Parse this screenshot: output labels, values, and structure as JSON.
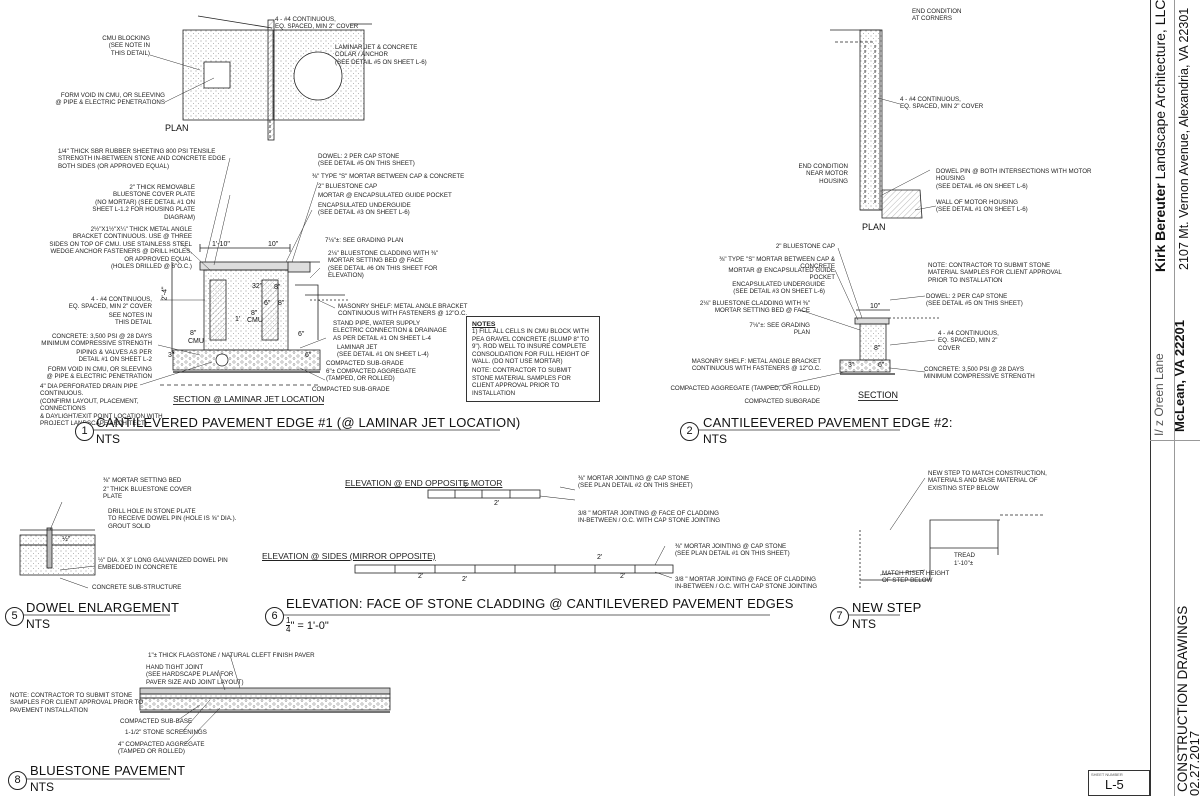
{
  "title_block": {
    "firm": "Kirk Bereuter",
    "firm_suffix": "Landscape Architecture, LLC",
    "address": "2107 Mt. Vernon Avenue, Alexandria, VA 22301",
    "project_location": "McLean, VA 22201",
    "project_partial": "I/ z  Oreen Lane",
    "doc_type": "CONSTRUCTION DRAWINGS",
    "date": "02.27.2017",
    "sheet_label_caption": "SHEET NUMBER",
    "sheet_number": "L-5"
  },
  "detail1": {
    "number": "1",
    "title": "CANTILEVERED PAVEMENT EDGE #1 (@ LAMINAR JET LOCATION)",
    "scale": "NTS",
    "plan_label": "PLAN",
    "section_label": "SECTION @ LAMINAR JET LOCATION",
    "notes_left": [
      "CMU BLOCKING\n(SEE NOTE IN\nTHIS DETAIL)",
      "FORM VOID IN CMU, OR SLEEVING\n@ PIPE & ELECTRIC PENETRATIONS",
      "1/4\" THICK SBR RUBBER SHEETING 800 PSI TENSILE\nSTRENGTH IN-BETWEEN STONE AND CONCRETE EDGE\nBOTH SIDES (OR APPROVED EQUAL)",
      "2\" THICK REMOVABLE\nBLUESTONE COVER PLATE\n(NO MORTAR) (SEE DETAIL #1 ON\nSHEET L-1.2 FOR HOUSING PLATE\nDIAGRAM)",
      "2½\"x1½\"x¼\" THICK METAL ANGLE\nBRACKET CONTINUOUS. USE @ THREE\nSIDES ON TOP OF CMU. USE STAINLESS STEEL\nWEDGE ANCHOR FASTENERS @ DRILL HOLES,\nOR APPROVED EQUAL\n(HOLES DRILLED @ 6\"O.C.)",
      "4 - #4 CONTINUOUS,\nEQ. SPACED, MIN 2\" COVER",
      "SEE NOTES IN\nTHIS DETAIL",
      "CONCRETE: 3,500 PSI @ 28 DAYS\nMINIMUM COMPRESSIVE STRENGTH",
      "PIPING & VALVES AS PER\nDETAIL #1 ON SHEET L-2",
      "FORM VOID IN CMU, OR SLEEVING\n@ PIPE & ELECTRIC PENETRATION",
      "4\" DIA PERFORATED DRAIN PIPE CONTINUOUS.\n(CONFIRM LAYOUT, PLACEMENT, CONNECTIONS\n& DAYLIGHT/EXIT POINT LOCATION WITH\nPROJECT LANDSCAPE ARCHITECT)"
    ],
    "notes_right": [
      "4 - #4 CONTINUOUS,\nEQ. SPACED, MIN 2\" COVER",
      "LAMINAR JET & CONCRETE\nCOLAR / ANCHOR\n(SEE DETAIL #5 ON SHEET L-6)",
      "DOWEL: 2 PER CAP STONE\n(SEE DETAIL #5 ON THIS SHEET)",
      "⅜\" TYPE \"S\" MORTAR BETWEEN CAP & CONCRETE",
      "2\" BLUESTONE CAP",
      "MORTAR @ ENCAPSULATED GUIDE POCKET",
      "ENCAPSULATED UNDERGUIDE\n(SEE DETAIL #3 ON SHEET L-6)",
      "7⅛\"±: SEE GRADING PLAN",
      "2⅛\" BLUESTONE CLADDING WITH ⅜\"\nMORTAR SETTING BED @ FACE\n(SEE DETAIL #6 ON THIS SHEET FOR\nELEVATION)",
      "MASONRY SHELF: METAL ANGLE BRACKET\nCONTINUOUS WITH FASTENERS @ 12\"O.C.",
      "STAND PIPE, WATER SUPPLY\nELECTRIC CONNECTION & DRAINAGE\nAS PER DETAIL #1 ON SHEET L-4",
      "LAMINAR JET\n(SEE DETAIL #1 ON SHEET L-4)",
      "COMPACTED SUB-GRADE",
      "6\"± COMPACTED AGGREGATE\n(TAMPED, OR ROLLED)",
      "COMPACTED SUB-GRADE"
    ],
    "dims": [
      "1'-10\"",
      "10\"",
      "2'-4\"",
      "32\"",
      "1'",
      "8\"",
      "6\"",
      "8\"",
      "8\"",
      "CMU",
      "CMU",
      "6\"",
      "6\"",
      "3\"",
      "8\""
    ],
    "notes_box_title": "NOTES",
    "notes_box_items": [
      "1) FILL ALL CELLS IN CMU BLOCK WITH PEA GRAVEL CONCRETE (SLUMP 8\" TO 9\"). ROD WELL TO INSURE COMPLETE CONSOLIDATION FOR FULL HEIGHT OF WALL. (DO NOT USE MORTAR)",
      "NOTE: CONTRACTOR TO SUBMIT STONE MATERIAL SAMPLES FOR CLIENT APPROVAL PRIOR TO INSTALLATION"
    ]
  },
  "detail2": {
    "number": "2",
    "title": "CANTILEEVERED PAVEMENT EDGE #2:",
    "scale": "NTS",
    "plan_label": "PLAN",
    "section_label": "SECTION",
    "plan_notes": [
      "END CONDITION\nAT CORNERS",
      "4 - #4 CONTINUOUS,\nEQ. SPACED, MIN 2\" COVER",
      "END CONDITION\nNEAR MOTOR\nHOUSING",
      "DOWEL PIN @ BOTH INTERSECTIONS WITH MOTOR HOUSING\n(SEE DETAIL #6 ON SHEET L-6)",
      "WALL OF MOTOR HOUSING\n(SEE DETAIL #1 ON SHEET L-6)"
    ],
    "notes_left": [
      "2\" BLUESTONE CAP",
      "⅜\" TYPE \"S\" MORTAR BETWEEN CAP & CONCRETE",
      "MORTAR @ ENCAPSULATED GUIDE POCKET",
      "ENCAPSULATED UNDERGUIDE\n(SEE DETAIL #3 ON SHEET L-6)",
      "2⅛\" BLUESTONE CLADDING WITH ⅜\"\nMORTAR SETTING BED @ FACE",
      "7⅛\"±: SEE GRADING PLAN",
      "MASONRY SHELF: METAL ANGLE BRACKET\nCONTINUOUS WITH FASTENERS @ 12\"O.C.",
      "COMPACTED AGGREGATE (TAMPED, OR ROLLED)",
      "COMPACTED SUBGRADE"
    ],
    "notes_right": [
      "NOTE: CONTRACTOR TO SUBMIT STONE\nMATERIAL SAMPLES FOR CLIENT APPROVAL\nPRIOR TO INSTALLATION",
      "DOWEL: 2 PER CAP STONE\n(SEE DETAIL #5 ON THIS SHEET)",
      "4 - #4 CONTINUOUS,\nEQ. SPACED, MIN 2\"\nCOVER",
      "CONCRETE: 3,500 PSI @ 28 DAYS\nMINIMUM COMPRESSIVE STRENGTH"
    ],
    "dims": [
      "10\"",
      "8\"",
      "3\"",
      "6\""
    ]
  },
  "detail5": {
    "number": "5",
    "title": "DOWEL ENLARGEMENT",
    "scale": "NTS",
    "notes": [
      "⅜\" MORTAR SETTING BED",
      "2\" THICK BLUESTONE COVER\nPLATE",
      "DRILL HOLE IN STONE PLATE\nTO RECEIVE DOWEL PIN (HOLE IS ⅝\" DIA.).\nGROUT SOLID",
      "½\" DIA. X 3\" LONG GALVANIZED DOWEL PIN\nEMBEDDED IN CONCRETE",
      "CONCRETE SUB-STRUCTURE"
    ],
    "dim": "½\""
  },
  "detail6": {
    "number": "6",
    "title": "ELEVATION: FACE OF STONE CLADDING @ CANTILEVERED PAVEMENT EDGES",
    "scale_num": "1",
    "scale_den": "4",
    "scale_rest": "\" = 1'-0\"",
    "elev_end_label": "ELEVATION @ END\nOPPOSITE MOTOR",
    "elev_sides_label": "ELEVATION @ SIDES\n(MIRROR OPPOSITE)",
    "notes": [
      "⅜\" MORTAR JOINTING @ CAP STONE\n(SEE PLAN DETAIL #2 ON THIS SHEET)",
      "3/8 \" MORTAR JOINTING @ FACE OF CLADDING\nIN-BETWEEN / O.C. WITH CAP STONE JOINTING",
      "⅜\" MORTAR JOINTING @ CAP STONE\n(SEE PLAN DETAIL #1 ON THIS SHEET)",
      "3/8 \" MORTAR JOINTING @ FACE OF CLADDING\nIN-BETWEEN / O.C. WITH CAP STONE JOINTING"
    ],
    "dims": [
      "2'",
      "2'",
      "2'",
      "2'",
      "2'",
      "2'"
    ]
  },
  "detail7": {
    "number": "7",
    "title": "NEW STEP",
    "scale": "NTS",
    "notes": [
      "NEW STEP TO MATCH CONSTRUCTION,\nMATERIALS AND BASE MATERIAL OF\nEXISTING STEP BELOW",
      "MATCH RISER HEIGHT\nOF STEP BELOW"
    ],
    "tread_label": "TREAD",
    "tread_dim": "1'-10\"±"
  },
  "detail8": {
    "number": "8",
    "title": "BLUESTONE PAVEMENT",
    "scale": "NTS",
    "notes": [
      "1\"± THICK FLAGSTONE / NATURAL CLEFT FINISH PAVER",
      "HAND TIGHT JOINT\n(SEE HARDSCAPE PLAN FOR\nPAVER SIZE AND JOINT LAYOUT)",
      "NOTE: CONTRACTOR TO SUBMIT STONE\nSAMPLES FOR CLIENT APPROVAL PRIOR TO\nPAVEMENT INSTALLATION",
      "COMPACTED SUB-BASE",
      "1-1/2\" STONE SCREENINGS",
      "4\" COMPACTED AGGREGATE\n(TAMPED OR ROLLED)"
    ]
  },
  "colors": {
    "ink": "#111111",
    "hatch": "#666666",
    "background": "#ffffff"
  }
}
